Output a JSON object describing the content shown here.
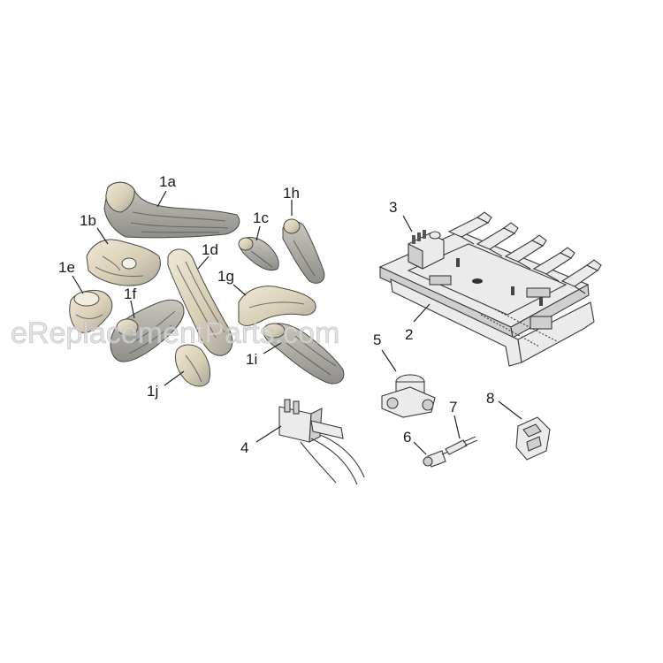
{
  "watermark": "eReplacementParts.com",
  "callouts": {
    "c1a": "1a",
    "c1b": "1b",
    "c1c": "1c",
    "c1d": "1d",
    "c1e": "1e",
    "c1f": "1f",
    "c1g": "1g",
    "c1h": "1h",
    "c1i": "1i",
    "c1j": "1j",
    "c2": "2",
    "c3": "3",
    "c4": "4",
    "c5": "5",
    "c6": "6",
    "c7": "7",
    "c8": "8"
  },
  "colors": {
    "log_light": "#e8e0cc",
    "log_bark": "#9b9b98",
    "steel": "#ebebeb",
    "ink": "#1a1a1a"
  }
}
